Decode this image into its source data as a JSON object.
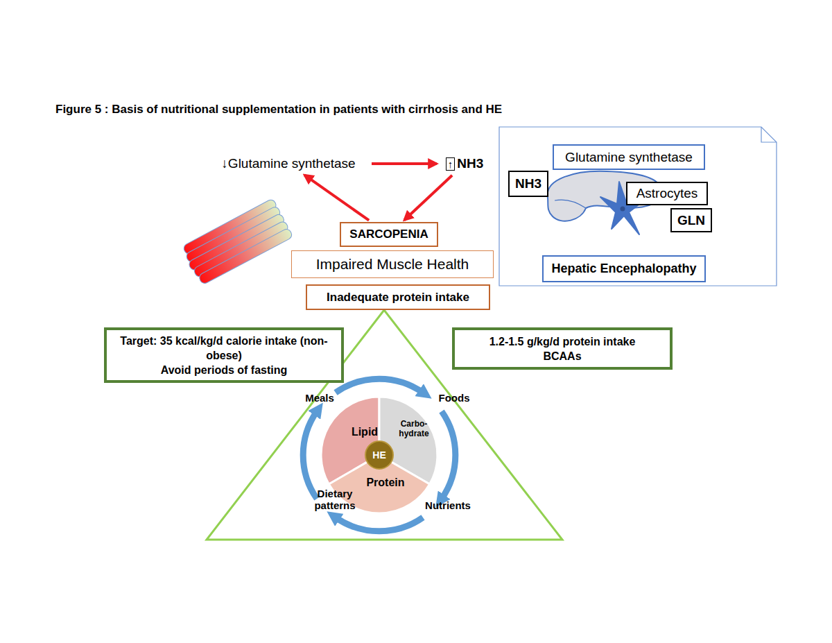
{
  "diagram": {
    "title": "Figure 5 : Basis of nutritional supplementation in patients with cirrhosis and HE",
    "nodes": [
      {
        "text": [
          "↓Glutamine synthetase"
        ]
      },
      {
        "text": [
          "↑",
          "NH3"
        ]
      },
      {
        "text": [
          "SARCOPENIA"
        ]
      },
      {
        "text": [
          "Impaired Muscle Health"
        ]
      },
      {
        "text": [
          "Inadequate protein intake"
        ]
      },
      {
        "text": [
          "Glutamine synthetase"
        ]
      },
      {
        "text": [
          "NH3"
        ]
      },
      {
        "text": [
          "Astrocytes"
        ]
      },
      {
        "text": [
          "GLN"
        ]
      },
      {
        "text": [
          "Hepatic Encephalopathy"
        ]
      },
      {
        "text": [
          "Target: 35 kcal/kg/d calorie intake (non-obese)",
          "Avoid periods of fasting"
        ]
      },
      {
        "text": [
          "1.2-1.5 g/kg/d protein intake",
          "BCAAs"
        ]
      },
      {
        "text": [
          "Lipid"
        ]
      },
      {
        "text": [
          "Carbo-hydrate"
        ]
      },
      {
        "text": [
          "HE"
        ]
      },
      {
        "text": [
          "Protein"
        ]
      }
    ],
    "edges": [
      {
        "from": 0,
        "to": 1,
        "arrow": "to"
      },
      {
        "from": 2,
        "to": 0,
        "arrow": "to"
      },
      {
        "from": 1,
        "to": 2,
        "arrow": "to"
      }
    ],
    "labels": [
      "Meals",
      "Foods",
      "Nutrients",
      "Dietary patterns"
    ]
  }
}
